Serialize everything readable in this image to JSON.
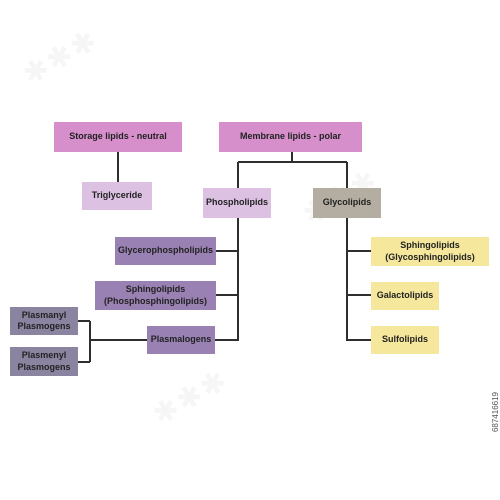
{
  "nodes": {
    "storage": "Storage lipids - neutral",
    "triglyceride": "Triglyceride",
    "membrane": "Membrane lipids - polar",
    "phospholipids": "Phospholipids",
    "glycolipids": "Glycolipids",
    "glycerophospholipids": "Glycerophospholipids",
    "sphingo_phospho": "Sphingolipids\n(Phosphosphingolipids)",
    "plasmalogens": "Plasmalogens",
    "plasmanyl": "Plasmanyl\nPlasmogens",
    "plasmenyl": "Plasmenyl\nPlasmogens",
    "sphingo_glyco": "Sphingolipids\n(Glycosphingolipids)",
    "galactolipids": "Galactolipids",
    "sulfolipids": "Sulfolipids"
  },
  "side_id": "687416619",
  "colors": {
    "pink": "#d68fcb",
    "lilac": "#dcc1e2",
    "grey": "#b3aea1",
    "purple": "#9a81b4",
    "slate": "#8b84a1",
    "yellow": "#f5e79c",
    "connector": "#2e2e2e"
  }
}
